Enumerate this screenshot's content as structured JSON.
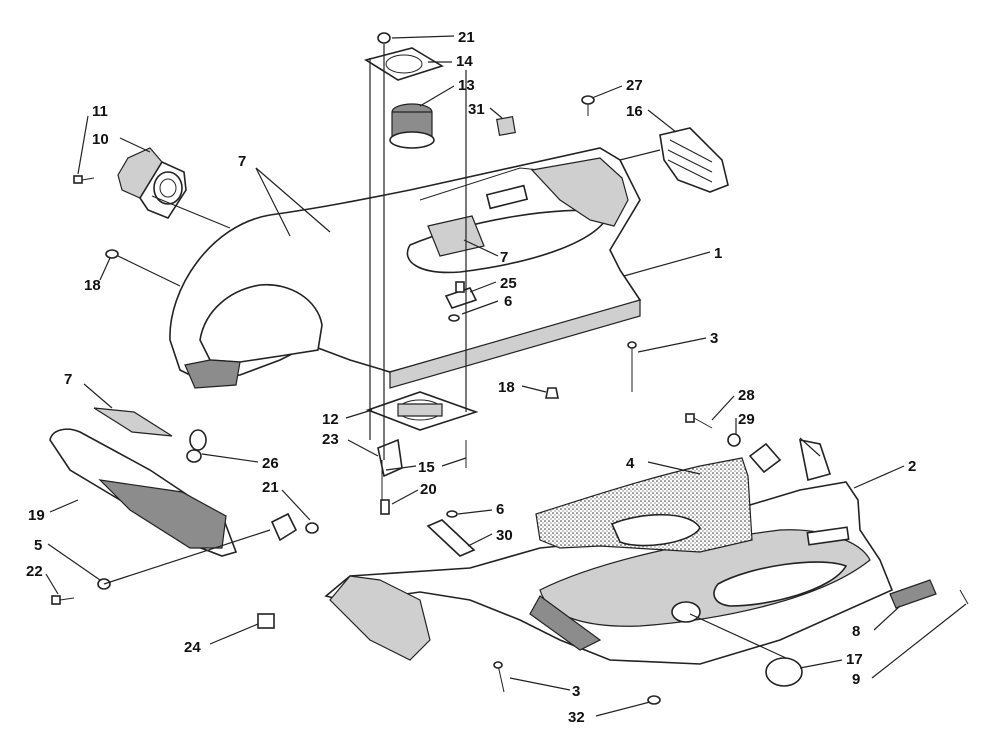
{
  "diagram": {
    "callouts": [
      {
        "id": "c1",
        "label": "1"
      },
      {
        "id": "c2",
        "label": "2"
      },
      {
        "id": "c3a",
        "label": "3"
      },
      {
        "id": "c3b",
        "label": "3"
      },
      {
        "id": "c4",
        "label": "4"
      },
      {
        "id": "c5",
        "label": "5"
      },
      {
        "id": "c6a",
        "label": "6"
      },
      {
        "id": "c6b",
        "label": "6"
      },
      {
        "id": "c7a",
        "label": "7"
      },
      {
        "id": "c7b",
        "label": "7"
      },
      {
        "id": "c7c",
        "label": "7"
      },
      {
        "id": "c8",
        "label": "8"
      },
      {
        "id": "c9",
        "label": "9"
      },
      {
        "id": "c10",
        "label": "10"
      },
      {
        "id": "c11",
        "label": "11"
      },
      {
        "id": "c12",
        "label": "12"
      },
      {
        "id": "c13",
        "label": "13"
      },
      {
        "id": "c14",
        "label": "14"
      },
      {
        "id": "c15",
        "label": "15"
      },
      {
        "id": "c16",
        "label": "16"
      },
      {
        "id": "c17",
        "label": "17"
      },
      {
        "id": "c18a",
        "label": "18"
      },
      {
        "id": "c18b",
        "label": "18"
      },
      {
        "id": "c19",
        "label": "19"
      },
      {
        "id": "c20",
        "label": "20"
      },
      {
        "id": "c21a",
        "label": "21"
      },
      {
        "id": "c21b",
        "label": "21"
      },
      {
        "id": "c22",
        "label": "22"
      },
      {
        "id": "c23",
        "label": "23"
      },
      {
        "id": "c24",
        "label": "24"
      },
      {
        "id": "c25",
        "label": "25"
      },
      {
        "id": "c26",
        "label": "26"
      },
      {
        "id": "c27",
        "label": "27"
      },
      {
        "id": "c28",
        "label": "28"
      },
      {
        "id": "c29",
        "label": "29"
      },
      {
        "id": "c30",
        "label": "30"
      },
      {
        "id": "c31",
        "label": "31"
      },
      {
        "id": "c32",
        "label": "32"
      }
    ]
  }
}
